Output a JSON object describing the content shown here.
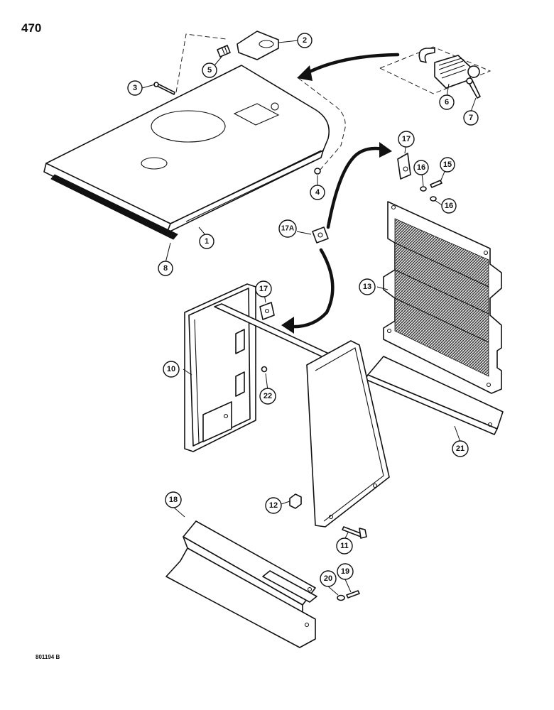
{
  "page": {
    "number": "470",
    "drawing_code": "801194 B"
  },
  "callouts": [
    {
      "id": "1",
      "label": "1"
    },
    {
      "id": "2",
      "label": "2"
    },
    {
      "id": "3",
      "label": "3"
    },
    {
      "id": "4",
      "label": "4"
    },
    {
      "id": "5",
      "label": "5"
    },
    {
      "id": "6",
      "label": "6"
    },
    {
      "id": "7",
      "label": "7"
    },
    {
      "id": "8",
      "label": "8"
    },
    {
      "id": "10",
      "label": "10"
    },
    {
      "id": "11",
      "label": "11"
    },
    {
      "id": "12",
      "label": "12"
    },
    {
      "id": "13",
      "label": "13"
    },
    {
      "id": "15",
      "label": "15"
    },
    {
      "id": "16a",
      "label": "16"
    },
    {
      "id": "16b",
      "label": "16"
    },
    {
      "id": "17a",
      "label": "17"
    },
    {
      "id": "17b",
      "label": "17"
    },
    {
      "id": "17A",
      "label": "17A"
    },
    {
      "id": "18",
      "label": "18"
    },
    {
      "id": "19",
      "label": "19"
    },
    {
      "id": "20",
      "label": "20"
    },
    {
      "id": "21",
      "label": "21"
    },
    {
      "id": "22",
      "label": "22"
    }
  ]
}
